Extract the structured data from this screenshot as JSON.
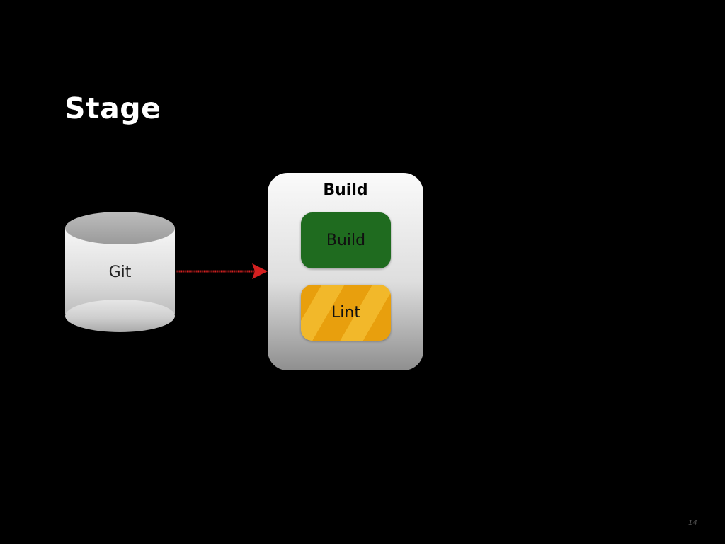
{
  "slide": {
    "title": "Stage",
    "page_number": "14"
  },
  "diagram": {
    "source": {
      "label": "Git",
      "shape": "cylinder"
    },
    "connector": {
      "color": "#d42020"
    },
    "stage": {
      "name": "Build",
      "jobs": [
        {
          "label": "Build",
          "color": "#1f6b1f"
        },
        {
          "label": "Lint",
          "color": "#e89f0d"
        }
      ]
    }
  }
}
